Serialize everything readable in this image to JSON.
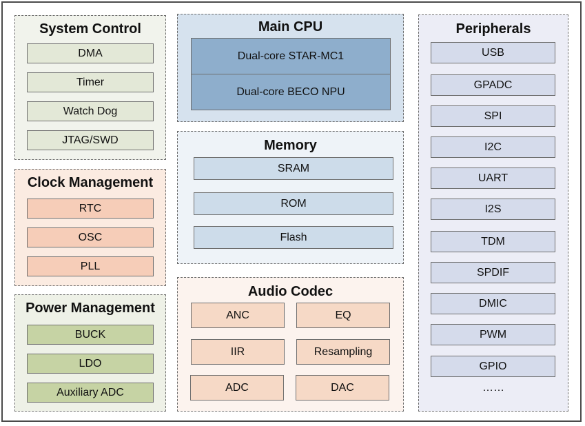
{
  "groups": {
    "system_control": {
      "title": "System Control",
      "items": [
        "DMA",
        "Timer",
        "Watch Dog",
        "JTAG/SWD"
      ]
    },
    "clock_management": {
      "title": "Clock Management",
      "items": [
        "RTC",
        "OSC",
        "PLL"
      ]
    },
    "power_management": {
      "title": "Power Management",
      "items": [
        "BUCK",
        "LDO",
        "Auxiliary ADC"
      ]
    },
    "main_cpu": {
      "title": "Main CPU",
      "items": [
        "Dual-core STAR-MC1",
        "Dual-core BECO NPU"
      ]
    },
    "memory": {
      "title": "Memory",
      "items": [
        "SRAM",
        "ROM",
        "Flash"
      ]
    },
    "audio_codec": {
      "title": "Audio Codec",
      "items": [
        "ANC",
        "EQ",
        "IIR",
        "Resampling",
        "ADC",
        "DAC"
      ]
    },
    "peripherals": {
      "title": "Peripherals",
      "items": [
        "USB",
        "GPADC",
        "SPI",
        "I2C",
        "UART",
        "I2S",
        "TDM",
        "SPDIF",
        "DMIC",
        "PWM",
        "GPIO"
      ],
      "more": "……"
    }
  },
  "colors": {
    "system_control_block": "#e3e8d7",
    "clock_management_block": "#f6cdb8",
    "power_management_block": "#c6d3a4",
    "main_cpu_block": "#8eaecc",
    "memory_block": "#cddcea",
    "audio_codec_block": "#f6d9c6",
    "peripherals_block": "#d5dbeb"
  }
}
